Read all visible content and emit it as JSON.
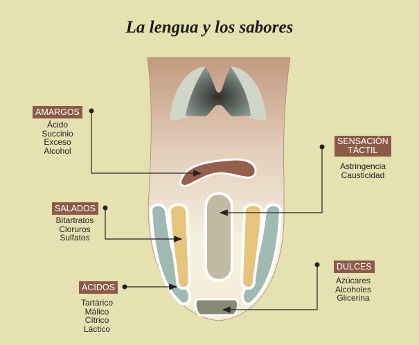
{
  "title": "La lengua y los sabores",
  "groups": {
    "amargos": {
      "label": "AMARGOS",
      "items": [
        "Ácido",
        "Succinio",
        "Exceso",
        "Alcohol"
      ]
    },
    "salados": {
      "label": "SALADOS",
      "items": [
        "Bitartratos",
        "Cloruros",
        "Sulfatos"
      ]
    },
    "acidos": {
      "label": "ÁCIDOS",
      "items": [
        "Tartárico",
        "Málico",
        "Cítrico",
        "Láctico"
      ]
    },
    "sensacion": {
      "label_line1": "SENSACIÓN",
      "label_line2": "TÁCTIL",
      "items": [
        "Astringencia",
        "Causticidad"
      ]
    },
    "dulces": {
      "label": "DULCES",
      "items": [
        "Azúcares",
        "Alcoholes",
        "Glicerina"
      ]
    }
  },
  "colors": {
    "background": "#e5e1b0",
    "tag": "#8d5a48",
    "bitter": "#94604b",
    "salty": "#e6c47c",
    "sour": "#9fb9b3",
    "tactile": "#c3baa6",
    "sweet": "#878a74"
  }
}
